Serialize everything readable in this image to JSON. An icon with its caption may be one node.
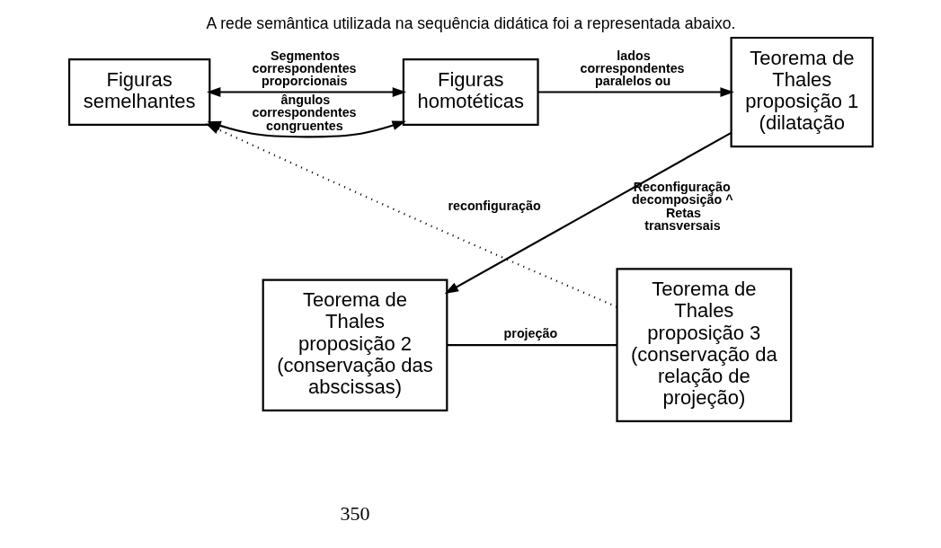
{
  "diagram": {
    "title": "A rede semântica utilizada na sequência didática foi a representada abaixo.",
    "nodes": [
      {
        "text": [
          "Figuras semelhantes"
        ]
      },
      {
        "text": [
          "Figuras homotéticas"
        ]
      },
      {
        "text": [
          "Teorema de Thales proposição 1 (dilatação"
        ]
      },
      {
        "text": [
          "Teorema de Thales proposição 3 (conservação da relação de projeção)"
        ]
      },
      {
        "text": [
          "Teorema de Thales proposição 2 (conservação das abscissas)"
        ]
      }
    ],
    "edges": [
      {
        "from": 0,
        "to": 1,
        "arrow": "both",
        "label": "Segmentos correspondentes proporcionais"
      },
      {
        "from": 0,
        "to": 1,
        "arrow": "both",
        "label": "ângulos correspondentes congruentes"
      },
      {
        "from": 1,
        "to": 2,
        "arrow": "to",
        "label": "lados correspondentes paralelos ou"
      },
      {
        "from": 2,
        "to": 4,
        "arrow": "to",
        "label": "Reconfiguração decomposição ^ Retas transversais"
      },
      {
        "from": 4,
        "to": 3,
        "arrow": "none",
        "label": "projeção"
      },
      {
        "from": 3,
        "to": 0,
        "arrow": "to",
        "label": "reconfiguração",
        "style": "dashed"
      }
    ],
    "labels": [
      "350"
    ]
  }
}
